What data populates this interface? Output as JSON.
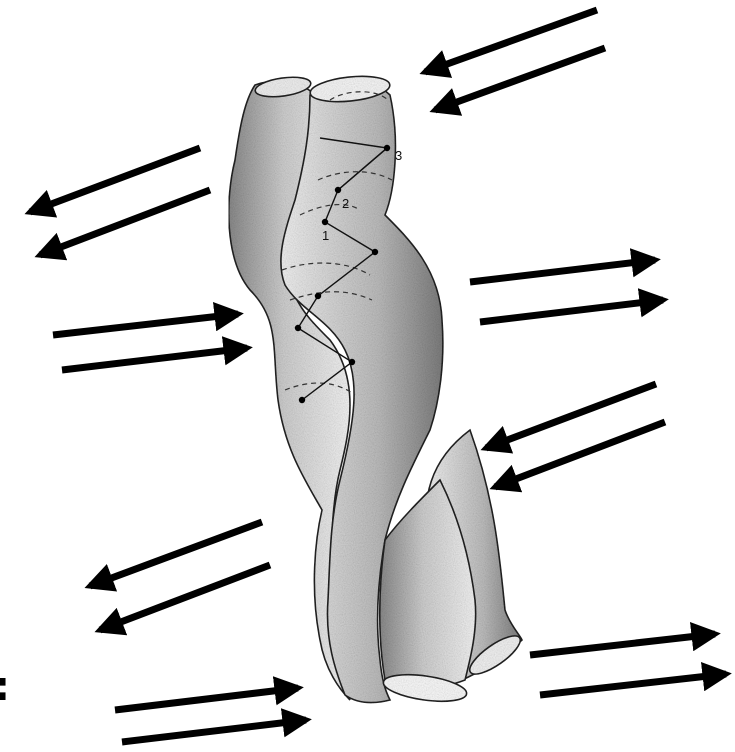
{
  "diagram": {
    "labels": [
      "3",
      "2",
      "1"
    ],
    "edge_mark": ":"
  },
  "colors": {
    "ink": "#000000",
    "strand_fill": "#d9d9d9",
    "background": "#ffffff"
  },
  "icons": [
    "arrow-icon"
  ]
}
